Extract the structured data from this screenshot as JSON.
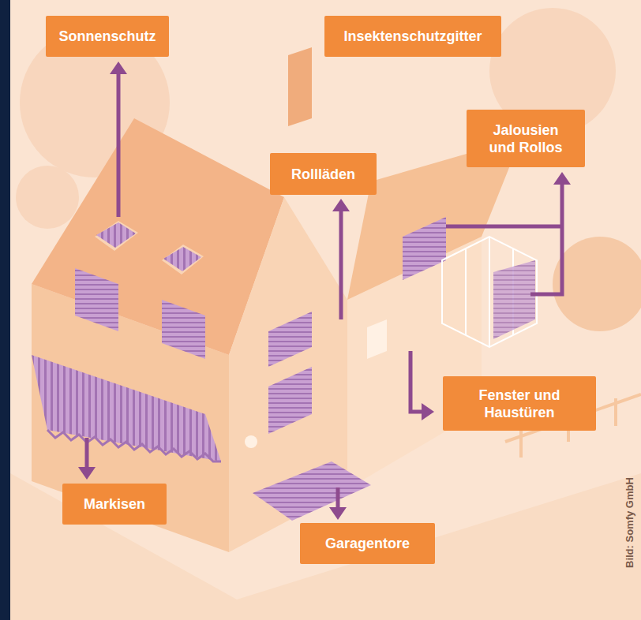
{
  "diagram": {
    "nodes": [
      {
        "text": [
          "Sonnenschutz"
        ]
      },
      {
        "text": [
          "Insektenschutzgitter"
        ]
      },
      {
        "text": [
          "Jalousien und Rollos"
        ]
      },
      {
        "text": [
          "Rollläden"
        ]
      },
      {
        "text": [
          "Fenster und Haustüren"
        ]
      },
      {
        "text": [
          "Markisen"
        ]
      },
      {
        "text": [
          "Garagentore"
        ]
      }
    ],
    "labels": [
      "Bild: Somfy GmbH"
    ]
  }
}
